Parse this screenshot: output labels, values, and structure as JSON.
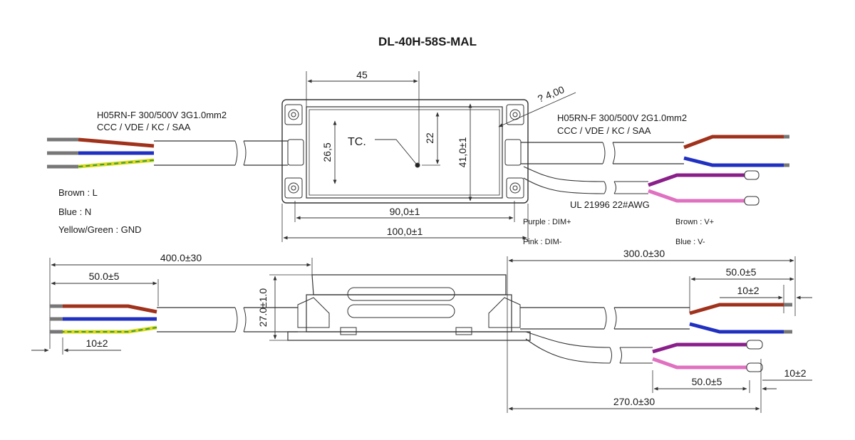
{
  "title": "DL-40H-58S-MAL",
  "top_view": {
    "dim_width_inner": "45",
    "dim_hole": "? 4,00",
    "tc_label": "TC.",
    "dim_h_26": "26,5",
    "dim_h_22": "22",
    "dim_h_41": "41,0±1",
    "dim_90": "90,0±1",
    "dim_100": "100,0±1"
  },
  "left_cable": {
    "spec_line1": "H05RN-F  300/500V  3G1.0mm2",
    "spec_line2": "CCC / VDE / KC / SAA",
    "legend": [
      "Brown : L",
      "Blue : N",
      "Yellow/Green : GND"
    ]
  },
  "right_cable": {
    "spec_line1": "H05RN-F  300/500V  2G1.0mm2",
    "spec_line2": "CCC / VDE / KC / SAA",
    "dim_cable_label": "UL 21996  22#AWG",
    "labels": [
      "Purple : DIM+",
      "Pink : DIM-",
      "Brown : V+",
      "Blue : V-"
    ]
  },
  "side_view": {
    "dim_400": "400.0±30",
    "dim_50_left": "50.0±5",
    "dim_10_left": "10±2",
    "dim_27": "27.0±1.0",
    "dim_300": "300.0±30",
    "dim_50_right": "50.0±5",
    "dim_10_right": "10±2",
    "dim_50_bottom": "50.0±5",
    "dim_10_bottom": "10±2",
    "dim_270": "270.0±30"
  },
  "colors": {
    "brown": "#a0321c",
    "blue": "#2030c0",
    "yellow": "#d8d820",
    "green": "#3a9a30",
    "purple": "#8a1f8a",
    "pink": "#e070c0",
    "line": "#333333"
  }
}
